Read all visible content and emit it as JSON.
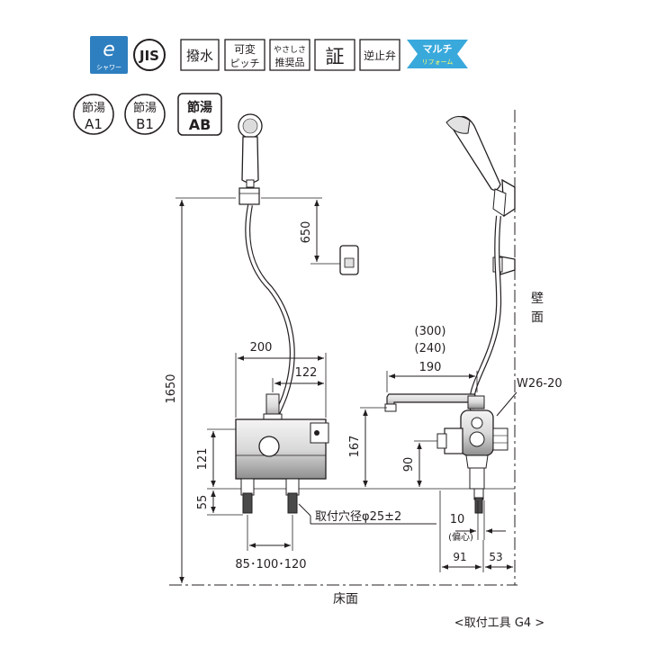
{
  "icons": {
    "eco_line1": "e",
    "eco_line2": "シャワー",
    "jis": "JIS",
    "water_repellent": "撥水",
    "pitch_line1": "可変",
    "pitch_line2": "ピッチ",
    "recommended_line1": "やさしさ",
    "recommended_line2": "推奨品",
    "certificate": "証",
    "check_valve": "逆止弁",
    "multi_line1": "マルチ",
    "multi_line2": "リフォーム"
  },
  "hot_water_saving": [
    {
      "line1": "節湯",
      "line2": "A1"
    },
    {
      "line1": "節湯",
      "line2": "B1"
    },
    {
      "line1": "節湯",
      "line2": "AB"
    }
  ],
  "dimensions": {
    "d1650": "1650",
    "d650": "650",
    "d200": "200",
    "d122": "122",
    "d121": "121",
    "d55": "55",
    "d167": "167",
    "d90": "90",
    "d300": "(300)",
    "d240": "(240)",
    "d190": "190",
    "d10": "10",
    "offset": "(偏心)",
    "d91": "91",
    "d53": "53",
    "pitch": "85･100･120",
    "hole": "取付穴径φ25±2",
    "thread": "W26-20"
  },
  "labels": {
    "wall_line1": "壁",
    "wall_line2": "面",
    "floor": "床面",
    "tool": "<取付工具 G4 >"
  },
  "colors": {
    "line": "#231f20",
    "eco_blue": "#2e7fc0",
    "multi_blue": "#39a9dc"
  }
}
